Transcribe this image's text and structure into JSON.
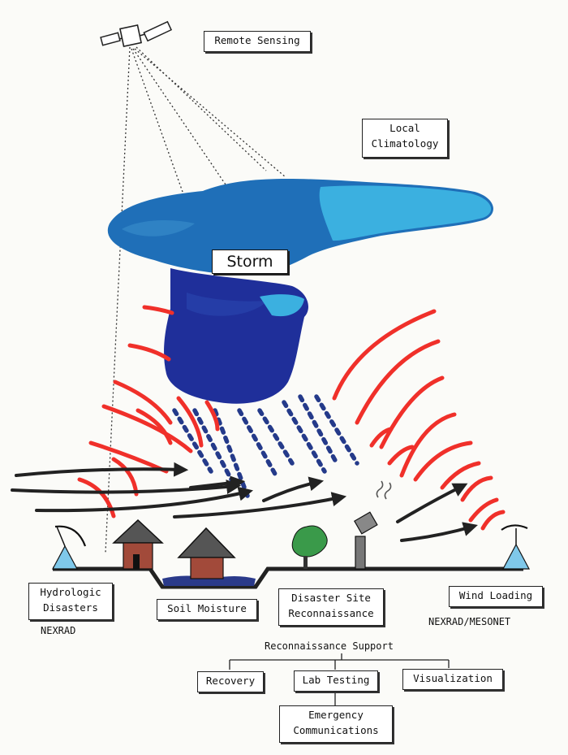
{
  "labels": {
    "remote_sensing": "Remote Sensing",
    "local_climatology": [
      "Local",
      "Climatology"
    ],
    "storm": "Storm",
    "hydrologic_disasters": [
      "Hydrologic",
      "Disasters"
    ],
    "soil_moisture": "Soil Moisture",
    "disaster_site_reconnaissance": [
      "Disaster Site",
      "Reconnaissance"
    ],
    "wind_loading": "Wind Loading",
    "nexrad": "NEXRAD",
    "nexrad_mesonet": "NEXRAD/MESONET",
    "reconnaissance_support": "Reconnaissance Support",
    "recovery": "Recovery",
    "lab_testing": "Lab Testing",
    "visualization": "Visualization",
    "emergency_communications": [
      "Emergency",
      "Communications"
    ]
  },
  "colors": {
    "storm_dark": "#1f2f9a",
    "storm_mid": "#1f6fb8",
    "storm_light": "#3bb0e0",
    "radar_waves": "#f0302a",
    "wind_arrows": "#222222",
    "house_roof": "#555555",
    "house_wall": "#a24a3a",
    "tree": "#3a9a4a",
    "antenna": "#7fc8ea",
    "water": "#2a3a8a"
  },
  "icons": [
    "satellite-icon",
    "house-icon",
    "tree-icon",
    "chimney-icon",
    "radar-antenna-icon"
  ]
}
